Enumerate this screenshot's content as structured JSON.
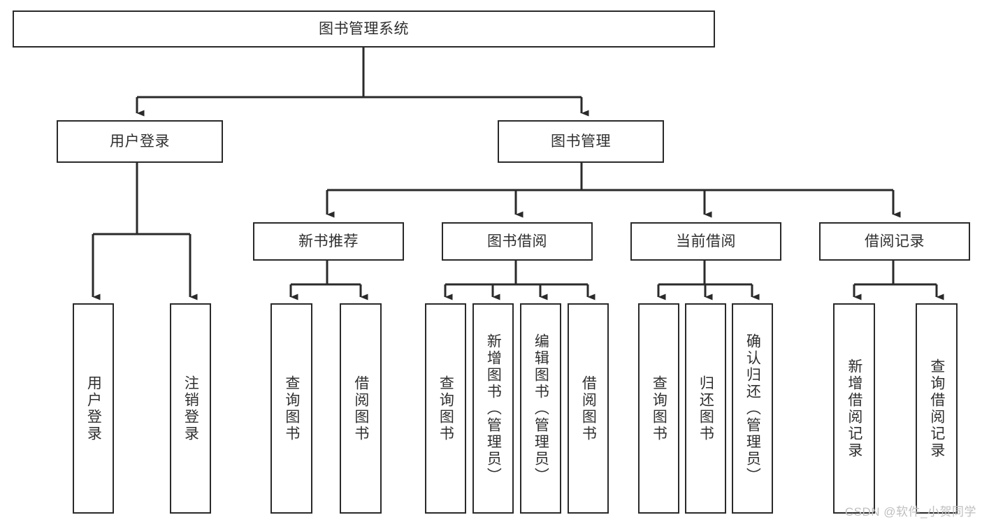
{
  "diagram": {
    "title_node": {
      "label": "图书管理系统"
    },
    "level2": [
      {
        "id": "user-login",
        "label": "用户登录"
      },
      {
        "id": "book-management",
        "label": "图书管理"
      }
    ],
    "level3": [
      {
        "id": "new-book-recommend",
        "label": "新书推荐"
      },
      {
        "id": "book-borrow",
        "label": "图书借阅"
      },
      {
        "id": "current-borrow",
        "label": "当前借阅"
      },
      {
        "id": "borrow-record",
        "label": "借阅记录"
      }
    ],
    "leaves": {
      "user_login": [
        {
          "id": "leaf-user-login",
          "label": "用户登录"
        },
        {
          "id": "leaf-logout-login",
          "label": "注销登录"
        }
      ],
      "new_book_recommend": [
        {
          "id": "leaf-query-book-1",
          "label": "查询图书"
        },
        {
          "id": "leaf-borrow-book-1",
          "label": "借阅图书"
        }
      ],
      "book_borrow": [
        {
          "id": "leaf-query-book-2",
          "label": "查询图书"
        },
        {
          "id": "leaf-add-book",
          "label": "新增图书（管理员）"
        },
        {
          "id": "leaf-edit-book",
          "label": "编辑图书（管理员）"
        },
        {
          "id": "leaf-borrow-book-2",
          "label": "借阅图书"
        }
      ],
      "current_borrow": [
        {
          "id": "leaf-query-book-3",
          "label": "查询图书"
        },
        {
          "id": "leaf-return-book",
          "label": "归还图书"
        },
        {
          "id": "leaf-confirm-return",
          "label": "确认归还（管理员）"
        }
      ],
      "borrow_record": [
        {
          "id": "leaf-add-borrow-record",
          "label": "新增借阅记录"
        },
        {
          "id": "leaf-query-borrow-record",
          "label": "查询借阅记录"
        }
      ]
    },
    "watermark": "CSDN @软件_小贺同学",
    "colors": {
      "box_border": "#2a2a2a",
      "box_fill": "#ffffff",
      "connector": "#2a2a2a",
      "text": "#2f2f2f",
      "watermark": "#bfbfbf",
      "background": "#ffffff"
    }
  }
}
